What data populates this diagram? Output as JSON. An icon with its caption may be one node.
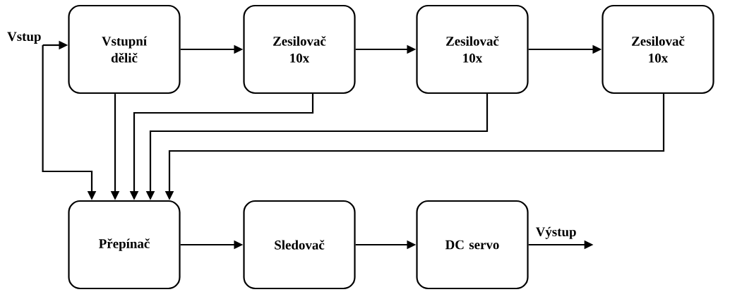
{
  "diagram": {
    "nodes": [
      {
        "text": [
          "Vstup"
        ]
      },
      {
        "text": [
          "Vstupní dělič"
        ]
      },
      {
        "text": [
          "Zesilovač 10x"
        ]
      },
      {
        "text": [
          "Zesilovač 10x"
        ]
      },
      {
        "text": [
          "Zesilovač 10x"
        ]
      },
      {
        "text": [
          "Přepínač"
        ]
      },
      {
        "text": [
          "Sledovač"
        ]
      },
      {
        "text": [
          "DC servo"
        ]
      }
    ],
    "edges": [
      {
        "from": 0,
        "to": 1,
        "arrow": "to"
      },
      {
        "from": 1,
        "to": 2,
        "arrow": "to"
      },
      {
        "from": 2,
        "to": 3,
        "arrow": "to"
      },
      {
        "from": 3,
        "to": 4,
        "arrow": "to"
      },
      {
        "from": 0,
        "to": 5,
        "arrow": "to"
      },
      {
        "from": 1,
        "to": 5,
        "arrow": "to"
      },
      {
        "from": 2,
        "to": 5,
        "arrow": "to"
      },
      {
        "from": 3,
        "to": 5,
        "arrow": "to"
      },
      {
        "from": 4,
        "to": 5,
        "arrow": "to"
      },
      {
        "from": 5,
        "to": 6,
        "arrow": "to"
      },
      {
        "from": 6,
        "to": 7,
        "arrow": "to"
      },
      {
        "from": 7,
        "to": null,
        "arrow": "to",
        "label": "Výstup"
      }
    ]
  }
}
